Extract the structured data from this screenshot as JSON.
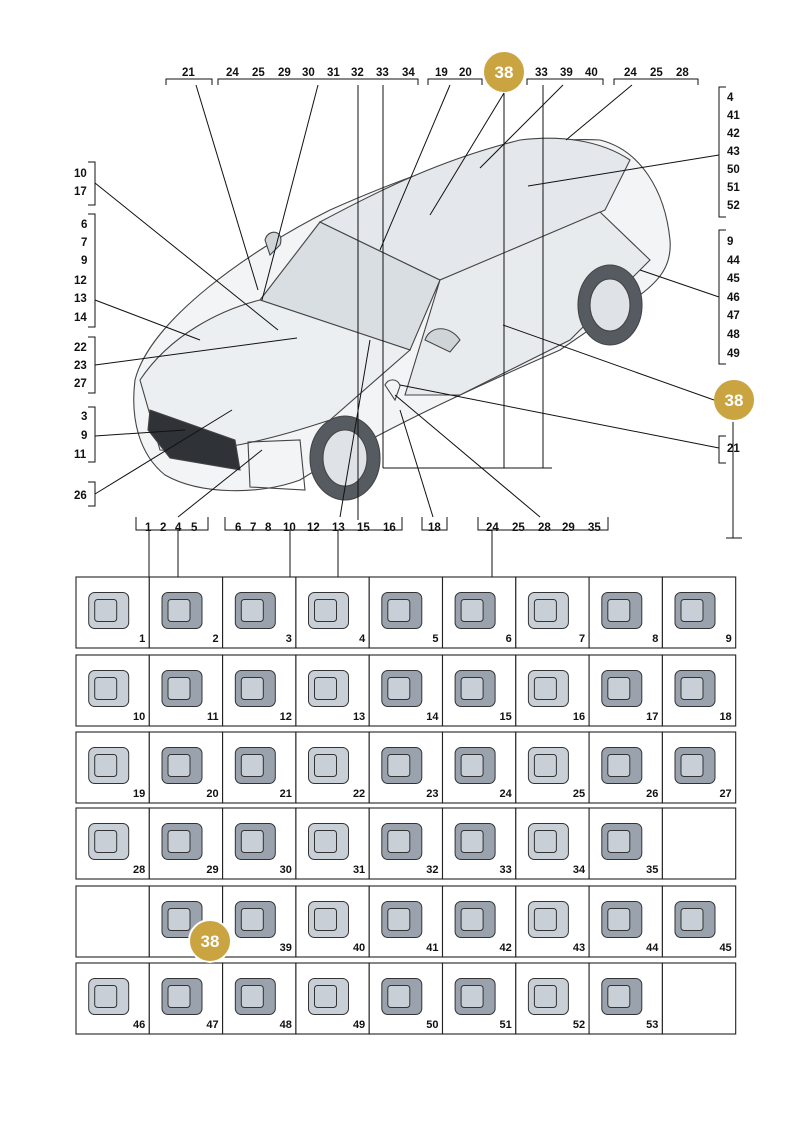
{
  "top_callouts": [
    {
      "id": "t1",
      "text": "21"
    },
    {
      "id": "t2",
      "text": "24"
    },
    {
      "id": "t3",
      "text": "25"
    },
    {
      "id": "t4",
      "text": "29"
    },
    {
      "id": "t5",
      "text": "30"
    },
    {
      "id": "t6",
      "text": "31"
    },
    {
      "id": "t7",
      "text": "32"
    },
    {
      "id": "t8",
      "text": "33"
    },
    {
      "id": "t9",
      "text": "34"
    },
    {
      "id": "t10",
      "text": "19"
    },
    {
      "id": "t11",
      "text": "20"
    },
    {
      "id": "t12",
      "text": "33"
    },
    {
      "id": "t13",
      "text": "39"
    },
    {
      "id": "t14",
      "text": "40"
    },
    {
      "id": "t15",
      "text": "24"
    },
    {
      "id": "t16",
      "text": "25"
    },
    {
      "id": "t17",
      "text": "28"
    }
  ],
  "left_callouts": [
    "10",
    "17",
    "6",
    "7",
    "9",
    "12",
    "13",
    "14",
    "22",
    "23",
    "27",
    "3",
    "9",
    "11",
    "26"
  ],
  "right_callouts": [
    "4",
    "41",
    "42",
    "43",
    "50",
    "51",
    "52",
    "9",
    "44",
    "45",
    "46",
    "47",
    "48",
    "49",
    "21"
  ],
  "bottom_callouts": [
    "1",
    "2",
    "4",
    "5",
    "6",
    "7",
    "8",
    "10",
    "12",
    "13",
    "15",
    "16",
    "18",
    "24",
    "25",
    "28",
    "29",
    "35"
  ],
  "highlight_label": "38",
  "parts": [
    [
      "1",
      "2",
      "3",
      "4",
      "5",
      "6",
      "7",
      "8",
      "9"
    ],
    [
      "10",
      "11",
      "12",
      "13",
      "14",
      "15",
      "16",
      "17",
      "18"
    ],
    [
      "19",
      "20",
      "21",
      "22",
      "23",
      "24",
      "25",
      "26",
      "27"
    ],
    [
      "28",
      "29",
      "30",
      "31",
      "32",
      "33",
      "34",
      "35",
      ""
    ],
    [
      "",
      "39",
      "40",
      "41",
      "42",
      "43",
      "44",
      "45"
    ],
    [
      "46",
      "47",
      "48",
      "49",
      "50",
      "51",
      "52",
      "53",
      ""
    ]
  ],
  "colors": {
    "highlight": "#c9a441",
    "line": "#111111",
    "part": "#c9cfd6"
  }
}
